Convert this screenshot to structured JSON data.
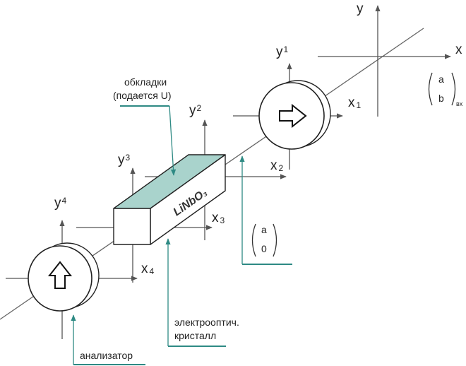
{
  "axes": {
    "main": {
      "y": "y",
      "x": "x"
    },
    "polarizer": {
      "y": "y",
      "y_sub": "1",
      "x": "x",
      "x_sub": "1"
    },
    "after_polarizer": {
      "y": "y",
      "y_sub": "2",
      "x": "x",
      "x_sub": "2"
    },
    "crystal_exit": {
      "y": "y",
      "y_sub": "3",
      "x": "x",
      "x_sub": "3"
    },
    "analyzer": {
      "y": "y",
      "y_sub": "4",
      "x": "x",
      "x_sub": "4"
    }
  },
  "vectors": {
    "input": {
      "top": "a",
      "bottom": "b",
      "subscript": "вх"
    },
    "after_polarizer": {
      "top": "a",
      "bottom": "0"
    }
  },
  "labels": {
    "plates_line1": "обкладки",
    "plates_line2": "(подается U)",
    "crystal_name": "LiNbO₃",
    "crystal_line1": "электрооптич.",
    "crystal_line2": "кристалл",
    "analyzer": "анализатор"
  },
  "colors": {
    "line": "#555555",
    "crystal_top": "#a9d3cc",
    "callout": "#2e8a84"
  }
}
